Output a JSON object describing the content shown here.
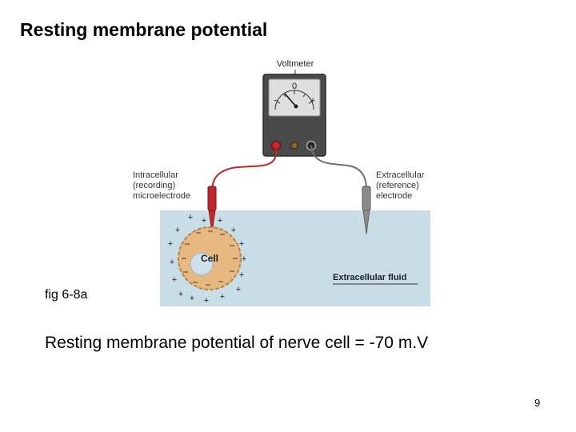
{
  "slide": {
    "title": "Resting membrane potential",
    "figure_caption": "fig 6-8a",
    "statement": "Resting membrane potential of nerve cell = -70 m.V",
    "page_number": "9"
  },
  "figure": {
    "voltmeter_label": "Voltmeter",
    "dial_zero": "0",
    "dial_minus": "−",
    "dial_plus": "+",
    "intracellular_label": [
      "Intracellular",
      "(recording)",
      "microelectrode"
    ],
    "extracellular_label": [
      "Extracellular",
      "(reference)",
      "electrode"
    ],
    "cell_label": "Cell",
    "fluid_label": "Extracellular fluid",
    "colors": {
      "fluid": "#c9dde6",
      "cell_fill": "#e7b980",
      "cell_border": "#b88545",
      "nucleus": "#cfe0ea",
      "red_wire": "#c1272d",
      "meter_body": "#4a4a4a",
      "gray_wire": "#6f6f6f"
    }
  }
}
